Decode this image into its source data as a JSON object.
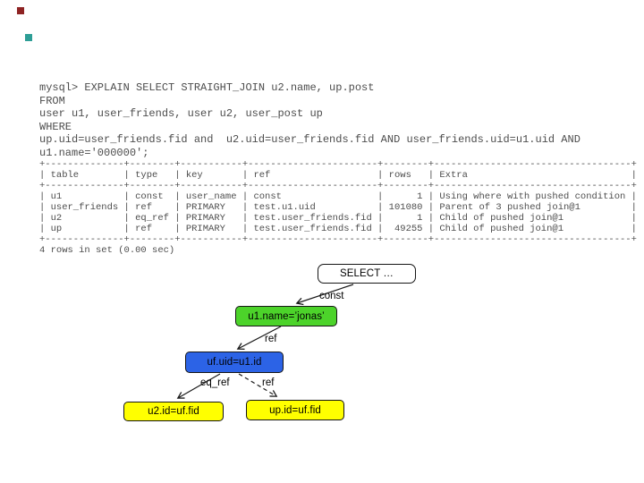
{
  "markers": {
    "red": "#8e2323",
    "teal": "#2e9e96"
  },
  "terminal": {
    "query_lines": [
      "mysql> EXPLAIN SELECT STRAIGHT_JOIN u2.name, up.post",
      "FROM",
      "user u1, user_friends, user u2, user_post up",
      "WHERE",
      "up.uid=user_friends.fid and  u2.uid=user_friends.fid AND user_friends.uid=u1.uid AND",
      "u1.name='000000';"
    ],
    "explain_table": {
      "columns": [
        {
          "name": "table",
          "width": 12,
          "align": "left"
        },
        {
          "name": "type",
          "width": 6,
          "align": "left"
        },
        {
          "name": "key",
          "width": 9,
          "align": "left"
        },
        {
          "name": "ref",
          "width": 21,
          "align": "left"
        },
        {
          "name": "rows",
          "width": 6,
          "align": "right"
        },
        {
          "name": "Extra",
          "width": 33,
          "align": "left"
        }
      ],
      "rows": [
        [
          "u1",
          "const",
          "user_name",
          "const",
          "1",
          "Using where with pushed condition"
        ],
        [
          "user_friends",
          "ref",
          "PRIMARY",
          "test.u1.uid",
          "101080",
          "Parent of 3 pushed join@1"
        ],
        [
          "u2",
          "eq_ref",
          "PRIMARY",
          "test.user_friends.fid",
          "1",
          "Child of pushed join@1"
        ],
        [
          "up",
          "ref",
          "PRIMARY",
          "test.user_friends.fid",
          "49255",
          "Child of pushed join@1"
        ]
      ]
    },
    "status": "4 rows in set (0.00 sec)"
  },
  "diagram": {
    "nodes": [
      {
        "id": "select",
        "label": "SELECT …",
        "fill": "#ffffff",
        "text": "#000000"
      },
      {
        "id": "u1",
        "label": "u1.name=’jonas’",
        "fill": "#4cd32a",
        "text": "#000000"
      },
      {
        "id": "uf",
        "label": "uf.uid=u1.id",
        "fill": "#2c63e6",
        "text": "#000000"
      },
      {
        "id": "u2",
        "label": "u2.id=uf.fid",
        "fill": "#ffff00",
        "text": "#000000"
      },
      {
        "id": "up",
        "label": "up.id=uf.fid",
        "fill": "#ffff00",
        "text": "#000000"
      }
    ],
    "edges": [
      {
        "from": "select",
        "to": "u1",
        "label": "const",
        "style": "solid"
      },
      {
        "from": "u1",
        "to": "uf",
        "label": "ref",
        "style": "solid"
      },
      {
        "from": "uf",
        "to": "u2",
        "label": "eq_ref",
        "style": "solid"
      },
      {
        "from": "uf",
        "to": "up",
        "label": "ref",
        "style": "dashed"
      }
    ]
  }
}
